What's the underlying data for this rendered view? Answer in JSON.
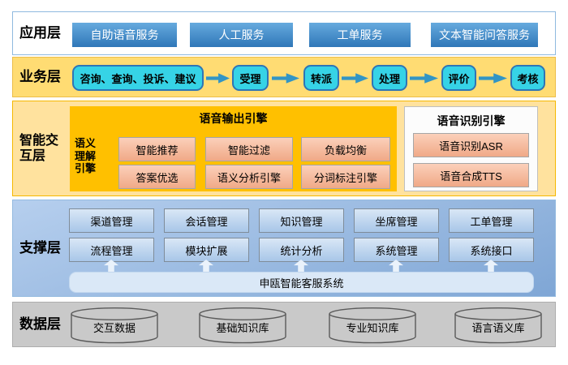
{
  "palette": {
    "app_border": "#8FBADF",
    "app_button_top": "#66AADE",
    "app_button_bottom": "#2F77B8",
    "business_bg": "#FFDC73",
    "step_fill": "#36D3E6",
    "step_border": "#2E75B6",
    "flow_arrow": "#3295C5",
    "interaction_bg": "#FFE29E",
    "engine_panel": "#FFC000",
    "module_fill": "#F5BC9E",
    "support_bg": "#9ABBE2",
    "support_box": "#C3D8EF",
    "platform_bar": "#DAE8F7",
    "data_bg": "#C9C9C9"
  },
  "layers": {
    "application": {
      "label": "应用层",
      "services": [
        "自助语音服务",
        "人工服务",
        "工单服务",
        "文本智能问答服务"
      ]
    },
    "business": {
      "label": "业务层",
      "steps": [
        "咨询、查询、投诉、建议",
        "受理",
        "转派",
        "处理",
        "评价",
        "考核"
      ]
    },
    "interaction": {
      "label": "智能交互层",
      "voice_output": {
        "title": "语音输出引擎",
        "side_label": "语义理解引擎",
        "row1": [
          "智能推荐",
          "智能过滤",
          "负载均衡"
        ],
        "row2": [
          "答案优选",
          "语义分析引擎",
          "分词标注引擎"
        ]
      },
      "voice_recognition": {
        "title": "语音识别引擎",
        "modules": [
          "语音识别ASR",
          "语音合成TTS"
        ]
      }
    },
    "support": {
      "label": "支撑层",
      "row1": [
        "渠道管理",
        "会话管理",
        "知识管理",
        "坐席管理",
        "工单管理"
      ],
      "row2": [
        "流程管理",
        "模块扩展",
        "统计分析",
        "系统管理",
        "系统接口"
      ],
      "platform": "申瓯智能客服系统"
    },
    "data": {
      "label": "数据层",
      "databases": [
        "交互数据",
        "基础知识库",
        "专业知识库",
        "语言语义库"
      ]
    }
  }
}
